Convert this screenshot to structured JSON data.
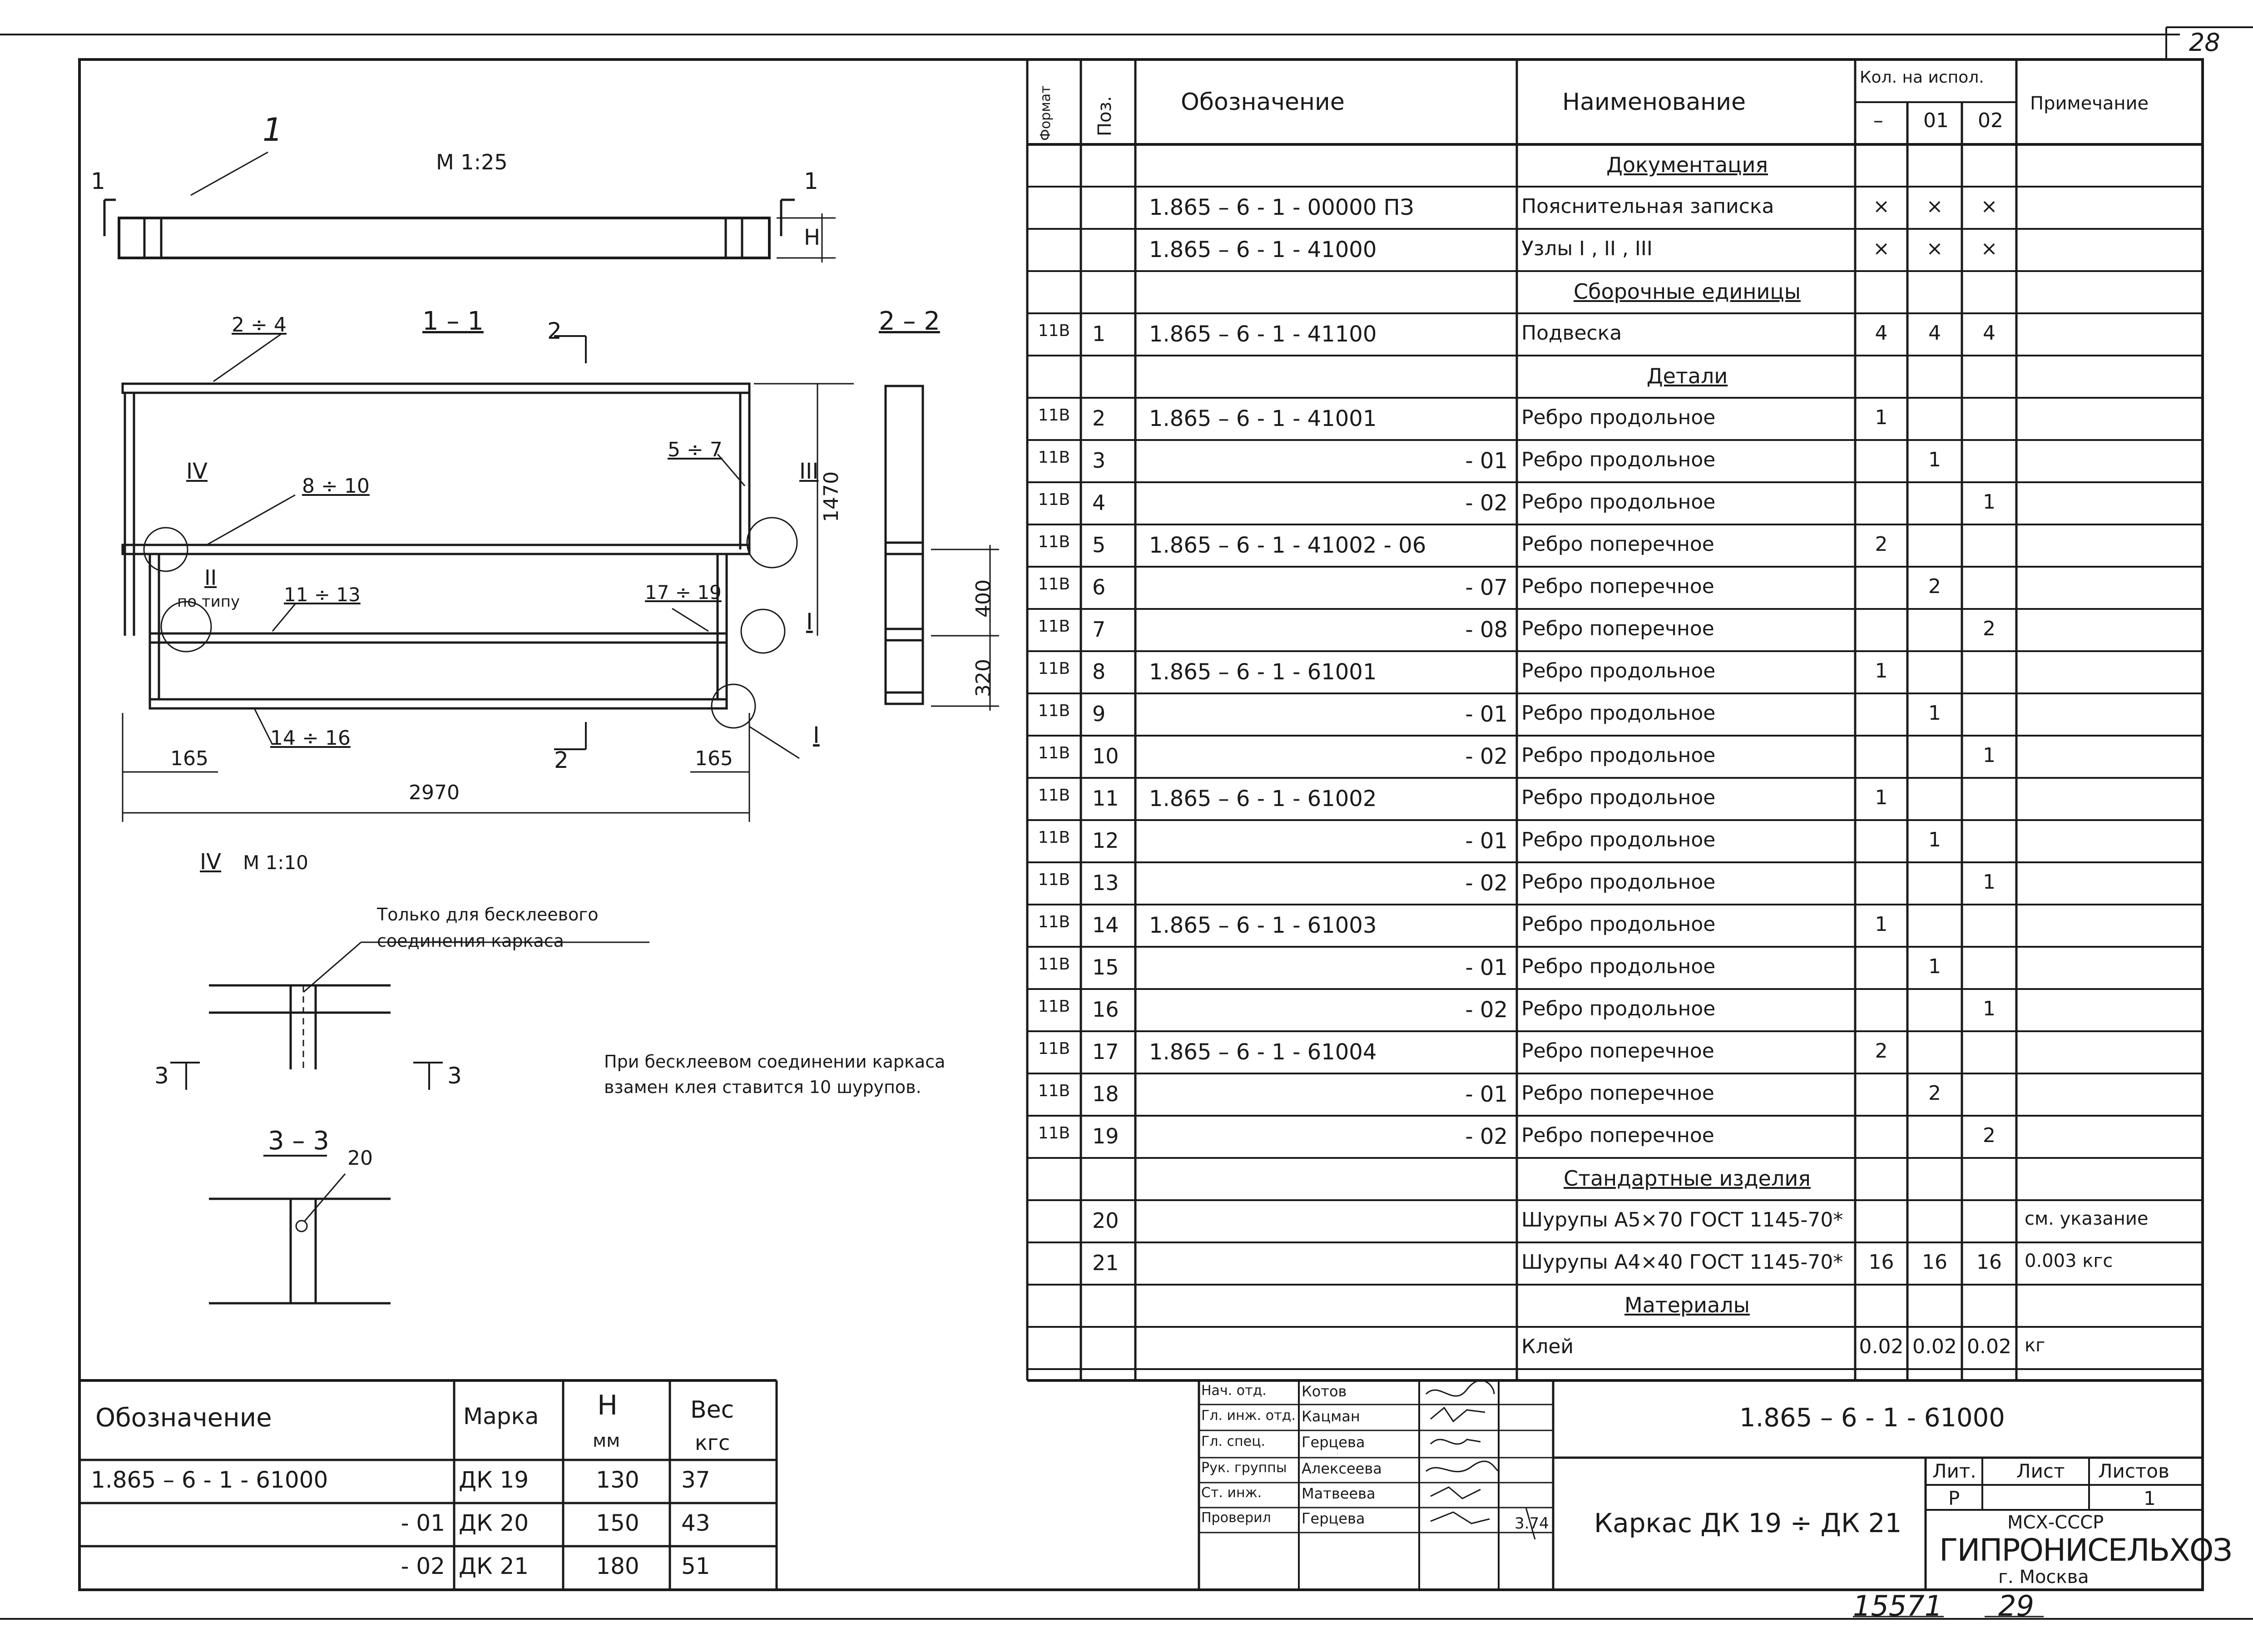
{
  "sheet": {
    "number": "28",
    "archive_no": "15571",
    "page_no": "29"
  },
  "drawing": {
    "scale_main": "М 1:25",
    "callout_1": "1",
    "section_1_top": "1",
    "section_1_left": "1",
    "section_1": "1 – 1",
    "section_2": "2 – 2",
    "cut_2_top": "2",
    "cut_2_bottom": "2",
    "dim_H": "Н",
    "pos_2_4": "2 ÷ 4",
    "pos_5_7": "5 ÷ 7",
    "pos_8_10": "8 ÷ 10",
    "pos_11_13": "11 ÷ 13",
    "pos_14_16": "14 ÷ 16",
    "pos_17_19": "17 ÷ 19",
    "node_I_a": "I",
    "node_I_b": "I",
    "node_II": "II",
    "node_II_sub": "по типу",
    "node_III": "III",
    "node_IV": "IV",
    "dim_165_left": "165",
    "dim_165_right": "165",
    "dim_2970": "2970",
    "dim_1470": "1470",
    "dim_400": "400",
    "dim_320": "320",
    "detail_IV_title": "IV",
    "detail_IV_scale": "М 1:10",
    "detail_note": "Только для бесклеевого соединения каркаса",
    "cut_3_left": "3",
    "cut_3_right": "3",
    "section_3": "3 – 3",
    "pos_20": "20",
    "glueless_note": "При бесклеевом соединении каркаса взамен клея ставится 10 шурупов."
  },
  "spec": {
    "headers": {
      "format": "Формат",
      "pos": "Поз.",
      "designation": "Обозначение",
      "name": "Наименование",
      "qty": "Кол. на испол.",
      "qty_dash": "–",
      "qty_01": "01",
      "qty_02": "02",
      "note": "Примечание"
    },
    "rows": [
      {
        "f": "",
        "p": "",
        "d": "",
        "n": "Документация",
        "q0": "",
        "q1": "",
        "q2": "",
        "note": "",
        "section": true
      },
      {
        "f": "",
        "p": "",
        "d": "1.865 – 6 - 1 - 00000 ПЗ",
        "n": "Пояснительная записка",
        "q0": "×",
        "q1": "×",
        "q2": "×",
        "note": ""
      },
      {
        "f": "",
        "p": "",
        "d": "1.865 – 6 - 1 - 41000",
        "n": "Узлы I , II , III",
        "q0": "×",
        "q1": "×",
        "q2": "×",
        "note": ""
      },
      {
        "f": "",
        "p": "",
        "d": "",
        "n": "Сборочные единицы",
        "q0": "",
        "q1": "",
        "q2": "",
        "note": "",
        "section": true
      },
      {
        "f": "11В",
        "p": "1",
        "d": "1.865 – 6 - 1 - 41100",
        "n": "Подвеска",
        "q0": "4",
        "q1": "4",
        "q2": "4",
        "note": ""
      },
      {
        "f": "",
        "p": "",
        "d": "",
        "n": "Детали",
        "q0": "",
        "q1": "",
        "q2": "",
        "note": "",
        "section": true
      },
      {
        "f": "11В",
        "p": "2",
        "d": "1.865 – 6 - 1 - 41001",
        "n": "Ребро продольное",
        "q0": "1",
        "q1": "",
        "q2": "",
        "note": ""
      },
      {
        "f": "11В",
        "p": "3",
        "d": "- 01",
        "n": "Ребро продольное",
        "q0": "",
        "q1": "1",
        "q2": "",
        "note": "",
        "right": true
      },
      {
        "f": "11В",
        "p": "4",
        "d": "- 02",
        "n": "Ребро продольное",
        "q0": "",
        "q1": "",
        "q2": "1",
        "note": "",
        "right": true
      },
      {
        "f": "11В",
        "p": "5",
        "d": "1.865 – 6 - 1 - 41002 - 06",
        "n": "Ребро поперечное",
        "q0": "2",
        "q1": "",
        "q2": "",
        "note": ""
      },
      {
        "f": "11В",
        "p": "6",
        "d": "- 07",
        "n": "Ребро поперечное",
        "q0": "",
        "q1": "2",
        "q2": "",
        "note": "",
        "right": true
      },
      {
        "f": "11В",
        "p": "7",
        "d": "- 08",
        "n": "Ребро поперечное",
        "q0": "",
        "q1": "",
        "q2": "2",
        "note": "",
        "right": true
      },
      {
        "f": "11В",
        "p": "8",
        "d": "1.865 – 6 - 1 - 61001",
        "n": "Ребро продольное",
        "q0": "1",
        "q1": "",
        "q2": "",
        "note": ""
      },
      {
        "f": "11В",
        "p": "9",
        "d": "- 01",
        "n": "Ребро продольное",
        "q0": "",
        "q1": "1",
        "q2": "",
        "note": "",
        "right": true
      },
      {
        "f": "11В",
        "p": "10",
        "d": "- 02",
        "n": "Ребро продольное",
        "q0": "",
        "q1": "",
        "q2": "1",
        "note": "",
        "right": true
      },
      {
        "f": "11В",
        "p": "11",
        "d": "1.865 – 6 - 1 - 61002",
        "n": "Ребро продольное",
        "q0": "1",
        "q1": "",
        "q2": "",
        "note": ""
      },
      {
        "f": "11В",
        "p": "12",
        "d": "- 01",
        "n": "Ребро продольное",
        "q0": "",
        "q1": "1",
        "q2": "",
        "note": "",
        "right": true
      },
      {
        "f": "11В",
        "p": "13",
        "d": "- 02",
        "n": "Ребро продольное",
        "q0": "",
        "q1": "",
        "q2": "1",
        "note": "",
        "right": true
      },
      {
        "f": "11В",
        "p": "14",
        "d": "1.865 – 6 - 1 - 61003",
        "n": "Ребро продольное",
        "q0": "1",
        "q1": "",
        "q2": "",
        "note": ""
      },
      {
        "f": "11В",
        "p": "15",
        "d": "- 01",
        "n": "Ребро продольное",
        "q0": "",
        "q1": "1",
        "q2": "",
        "note": "",
        "right": true
      },
      {
        "f": "11В",
        "p": "16",
        "d": "- 02",
        "n": "Ребро продольное",
        "q0": "",
        "q1": "",
        "q2": "1",
        "note": "",
        "right": true
      },
      {
        "f": "11В",
        "p": "17",
        "d": "1.865 – 6 - 1 - 61004",
        "n": "Ребро поперечное",
        "q0": "2",
        "q1": "",
        "q2": "",
        "note": ""
      },
      {
        "f": "11В",
        "p": "18",
        "d": "- 01",
        "n": "Ребро поперечное",
        "q0": "",
        "q1": "2",
        "q2": "",
        "note": "",
        "right": true
      },
      {
        "f": "11В",
        "p": "19",
        "d": "- 02",
        "n": "Ребро поперечное",
        "q0": "",
        "q1": "",
        "q2": "2",
        "note": "",
        "right": true
      },
      {
        "f": "",
        "p": "",
        "d": "",
        "n": "Стандартные изделия",
        "q0": "",
        "q1": "",
        "q2": "",
        "note": "",
        "section": true
      },
      {
        "f": "",
        "p": "20",
        "d": "",
        "n": "Шурупы А5×70 ГОСТ 1145-70*",
        "q0": "",
        "q1": "",
        "q2": "",
        "note": "см. указание"
      },
      {
        "f": "",
        "p": "21",
        "d": "",
        "n": "Шурупы А4×40 ГОСТ 1145-70*",
        "q0": "16",
        "q1": "16",
        "q2": "16",
        "note": "0.003 кгс"
      },
      {
        "f": "",
        "p": "",
        "d": "",
        "n": "Материалы",
        "q0": "",
        "q1": "",
        "q2": "",
        "note": "",
        "section": true
      },
      {
        "f": "",
        "p": "",
        "d": "",
        "n": "Клей",
        "q0": "0.02",
        "q1": "0.02",
        "q2": "0.02",
        "note": "кг"
      }
    ]
  },
  "variants": {
    "headers": {
      "designation": "Обозначение",
      "mark": "Марка",
      "h": "Н",
      "h_unit": "мм",
      "weight": "Вес",
      "weight_unit": "кгс"
    },
    "rows": [
      {
        "d": "1.865 – 6 - 1 - 61000",
        "m": "ДК 19",
        "h": "130",
        "w": "37"
      },
      {
        "d": "- 01",
        "m": "ДК 20",
        "h": "150",
        "w": "43"
      },
      {
        "d": "- 02",
        "m": "ДК 21",
        "h": "180",
        "w": "51"
      }
    ]
  },
  "title_block": {
    "roles": [
      "Нач. отд.",
      "Гл. инж. отд.",
      "Гл. спец.",
      "Рук. группы",
      "Ст. инж.",
      "Проверил"
    ],
    "names": [
      "Котов",
      "Кацман",
      "Герцева",
      "Алексеева",
      "Матвеева",
      "Герцева"
    ],
    "date": "3.74",
    "doc_code": "1.865 – 6 - 1 - 61000",
    "title": "Каркас ДК 19 ÷ ДК 21",
    "lit_label": "Лит.",
    "sheet_label": "Лист",
    "sheets_label": "Листов",
    "lit_value": "Р",
    "sheets_value": "1",
    "org_1": "МСХ-СССР",
    "org_2": "ГИПРОНИСЕЛЬХОЗ",
    "org_3": "г. Москва"
  }
}
